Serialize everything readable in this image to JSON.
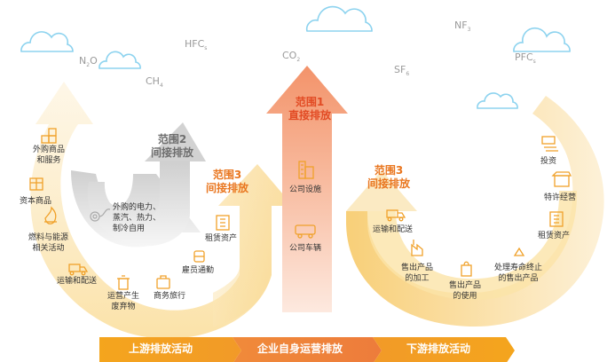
{
  "gases": {
    "n2o": {
      "main": "N",
      "sub1": "2",
      "rest": "O"
    },
    "hfc": {
      "main": "HFC",
      "sub1": "s"
    },
    "ch4": {
      "main": "CH",
      "sub1": "4"
    },
    "co2": {
      "main": "CO",
      "sub1": "2"
    },
    "sf6": {
      "main": "SF",
      "sub1": "6"
    },
    "nf3": {
      "main": "NF",
      "sub1": "3"
    },
    "pfc": {
      "main": "PFC",
      "sub1": "s"
    }
  },
  "scopes": {
    "scope1": {
      "title": "范围1",
      "subtitle": "直接排放"
    },
    "scope2": {
      "title": "范围2",
      "subtitle": "间接排放"
    },
    "scope3_up": {
      "title": "范围3",
      "subtitle": "间接排放"
    },
    "scope3_down": {
      "title": "范围3",
      "subtitle": "间接排放"
    }
  },
  "upstream": {
    "purchased_goods": {
      "line1": "外购商品",
      "line2": "和服务"
    },
    "capital_goods": {
      "line1": "资本商品"
    },
    "fuel_energy": {
      "line1": "燃料与能源",
      "line2": "相关活动"
    },
    "transport": {
      "line1": "运输和配送"
    },
    "waste": {
      "line1": "运营产生",
      "line2": "废弃物"
    },
    "business_travel": {
      "line1": "商务旅行"
    },
    "commuting": {
      "line1": "雇员通勤"
    },
    "leased_assets": {
      "line1": "租赁资产"
    }
  },
  "scope2_items": {
    "line1": "外购的电力、",
    "line2": "蒸汽、热力、",
    "line3": "制冷自用"
  },
  "scope1_items": {
    "facilities": "公司设施",
    "vehicles": "公司车辆"
  },
  "downstream": {
    "transport": {
      "line1": "运输和配送"
    },
    "processing": {
      "line1": "售出产品",
      "line2": "的加工"
    },
    "use": {
      "line1": "售出产品",
      "line2": "的使用"
    },
    "end_of_life": {
      "line1": "处理寿命终止",
      "line2": "的售出产品"
    },
    "leased_assets": {
      "line1": "租赁资产"
    },
    "franchise": {
      "line1": "特许经营"
    },
    "investment": {
      "line1": "投资"
    }
  },
  "bottom_bar": {
    "upstream": "上游排放活动",
    "own_ops": "企业自身运营排放",
    "downstream": "下游排放活动"
  },
  "colors": {
    "cloud_stroke": "#8dd3ef",
    "arc_light": "#fdf1d6",
    "arc_dark": "#f8cf7a",
    "gray_arc": "#dcdcdc",
    "scope1_arrow": "#f5a784",
    "bar_orange": "#f4a51d",
    "bar_red": "#ee7a3d",
    "icon_orange": "#f0a12a",
    "icon_gray": "#aaaaaa"
  }
}
